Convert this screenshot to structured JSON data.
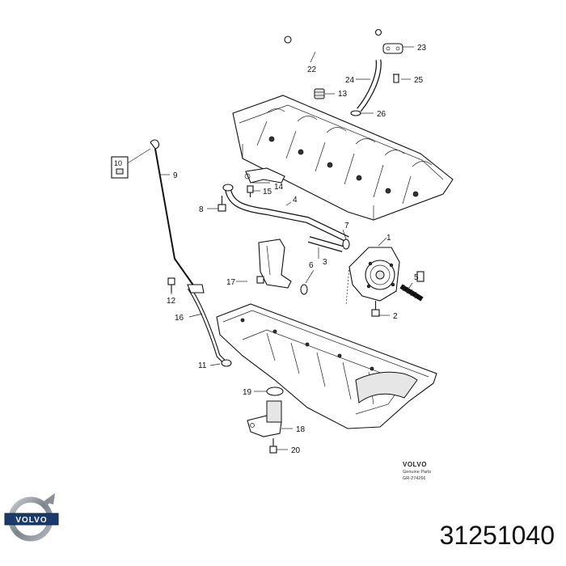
{
  "callouts": [
    {
      "id": "1",
      "label": "1"
    },
    {
      "id": "2",
      "label": "2"
    },
    {
      "id": "3",
      "label": "3"
    },
    {
      "id": "4",
      "label": "4"
    },
    {
      "id": "5",
      "label": "5"
    },
    {
      "id": "6",
      "label": "6"
    },
    {
      "id": "7",
      "label": "7"
    },
    {
      "id": "8",
      "label": "8"
    },
    {
      "id": "9",
      "label": "9"
    },
    {
      "id": "10",
      "label": "10"
    },
    {
      "id": "11",
      "label": "11"
    },
    {
      "id": "12",
      "label": "12"
    },
    {
      "id": "13",
      "label": "13"
    },
    {
      "id": "14",
      "label": "14"
    },
    {
      "id": "15",
      "label": "15"
    },
    {
      "id": "16",
      "label": "16"
    },
    {
      "id": "17",
      "label": "17"
    },
    {
      "id": "18",
      "label": "18"
    },
    {
      "id": "19",
      "label": "19"
    },
    {
      "id": "20",
      "label": "20"
    },
    {
      "id": "22",
      "label": "22"
    },
    {
      "id": "23",
      "label": "23"
    },
    {
      "id": "24",
      "label": "24"
    },
    {
      "id": "25",
      "label": "25"
    },
    {
      "id": "26",
      "label": "26"
    }
  ],
  "caption": {
    "brand": "VOLVO",
    "subtitle": "Genuine Parts",
    "reference": "GR-274266"
  },
  "logo": {
    "text": "VOLVO",
    "color": "#1a3a6b",
    "ring_color": "#8a8f96"
  },
  "part_number": "31251040"
}
